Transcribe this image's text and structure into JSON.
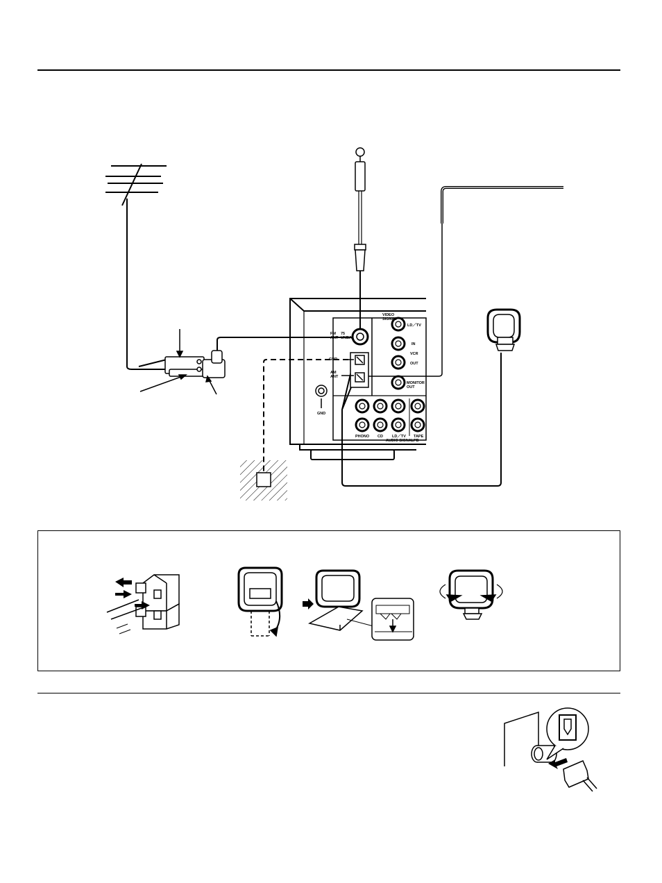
{
  "panel": {
    "video_signal": "VIDEO\nSIGNAL",
    "fm_ant": "FM\nANT",
    "fm_impedance": "75\nUNBAL",
    "gnd_terminal": "GND",
    "am_ant": "AM\nANT",
    "gnd_screw": "GND",
    "ld_tv_video": "LD／TV",
    "in": "IN",
    "vcr": "VCR",
    "out": "OUT",
    "monitor_out": "MONITOR\nOUT",
    "phono": "PHONO",
    "cd": "CD",
    "ld_tv_audio": "LD／TV",
    "tape_pb": "TAPE\nPB",
    "audio_signal": "AUDIO SIGNAL"
  }
}
